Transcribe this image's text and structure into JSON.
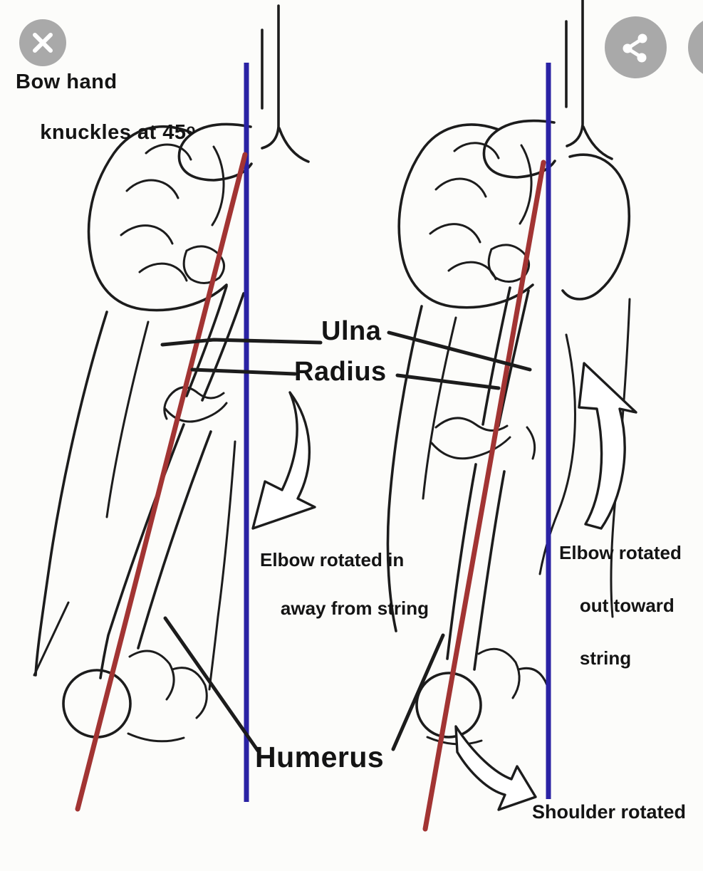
{
  "viewer": {
    "close_button": {
      "icon": "close-icon"
    },
    "share_button": {
      "icon": "share-icon"
    },
    "edge_button": {
      "icon": "partial-circle-button"
    }
  },
  "colors": {
    "background": "#fcfcfa",
    "ink": "#1c1c1c",
    "text_black": "#141414",
    "string_line_blue": "#2a22a4",
    "bone_axis_red": "#a23433",
    "button_gray": "#a9a9a9",
    "icon_white": "#ffffff"
  },
  "diagram": {
    "note_top_left": {
      "line1": "Bow hand",
      "line2": "knuckles at 45",
      "degree_symbol": "o"
    },
    "bone_labels": {
      "ulna": "Ulna",
      "radius": "Radius",
      "humerus": "Humerus"
    },
    "left_arm_caption": {
      "line1": "Elbow rotated in",
      "line2": "away from string"
    },
    "right_arm_caption": {
      "line1": "Elbow rotated",
      "line2": "out toward",
      "line3": "string"
    },
    "shoulder_caption": "Shoulder rotated"
  }
}
